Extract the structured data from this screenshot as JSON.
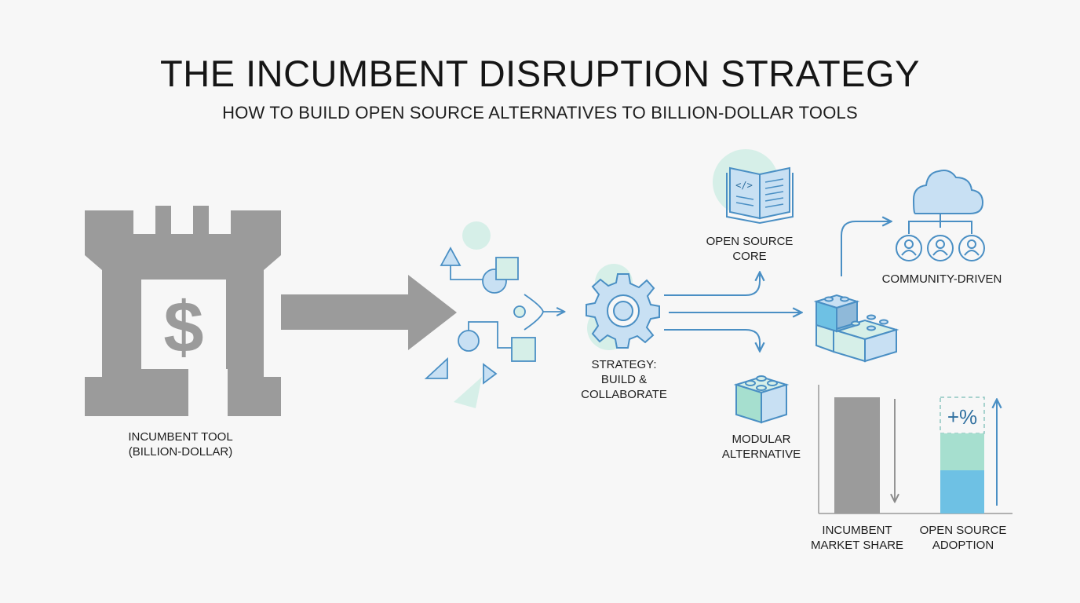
{
  "title": "THE INCUMBENT DISRUPTION STRATEGY",
  "subtitle": "HOW TO BUILD OPEN SOURCE ALTERNATIVES TO BILLION-DOLLAR TOOLS",
  "nodes": {
    "incumbent": {
      "label": "INCUMBENT TOOL\n(BILLION-DOLLAR)",
      "icon": "castle-dollar-icon"
    },
    "strategy": {
      "label": "STRATEGY:\nBUILD &\nCOLLABORATE",
      "icon": "gear-icon"
    },
    "open_source_core": {
      "label": "OPEN SOURCE\nCORE",
      "icon": "code-book-icon"
    },
    "modular_alternative": {
      "label": "MODULAR\nALTERNATIVE",
      "icon": "building-block-icon"
    },
    "community": {
      "label": "COMMUNITY-DRIVEN",
      "icon": "cloud-users-icon"
    },
    "blocks": {
      "icon": "stacked-blocks-icon"
    }
  },
  "comparison": {
    "incumbent_label": "INCUMBENT\nMARKET SHARE",
    "open_source_label": "OPEN SOURCE\nADOPTION",
    "growth_marker": "+%",
    "incumbent_trend": "down",
    "open_source_trend": "up"
  },
  "colors": {
    "gray": "#9b9b9b",
    "blue_stroke": "#4a8fc4",
    "blue_fill": "#c8e0f3",
    "teal_fill": "#d6efe8",
    "bar_teal": "#a6dfcf",
    "bar_blue": "#6ec1e4"
  }
}
